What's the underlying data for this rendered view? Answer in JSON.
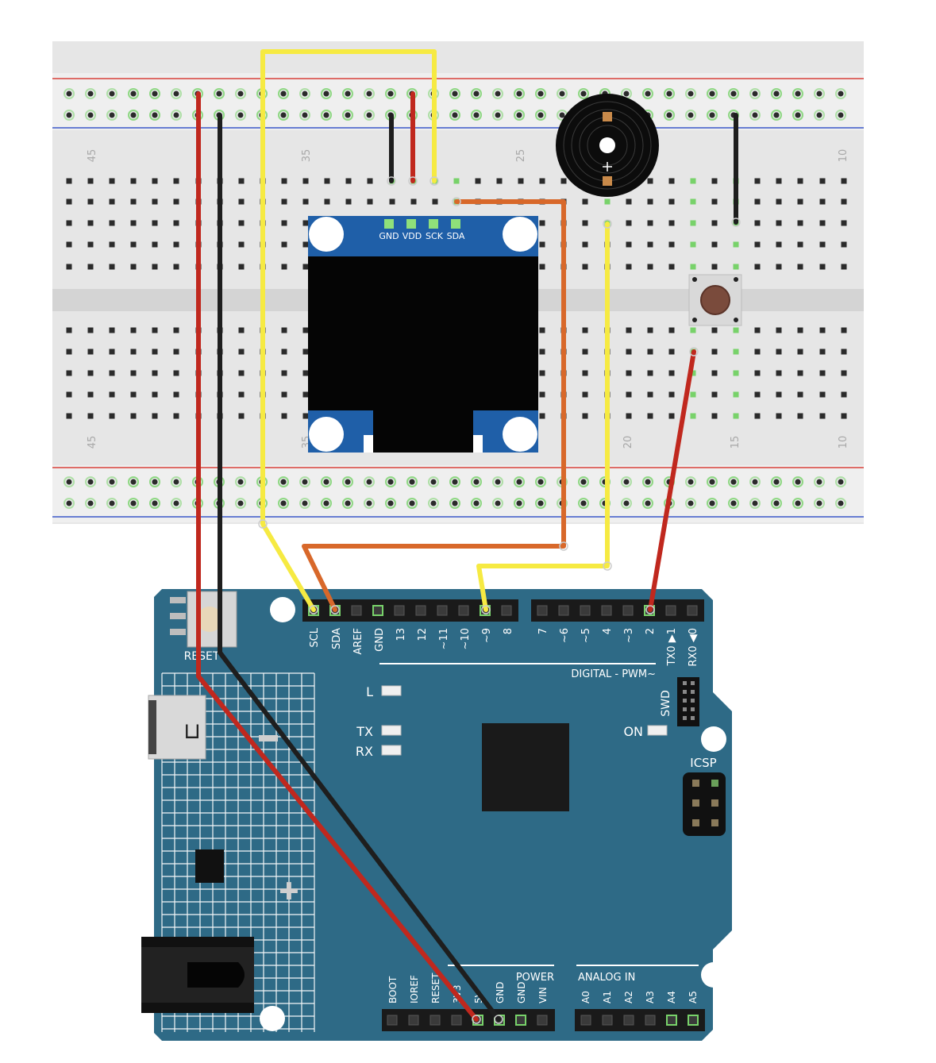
{
  "colors": {
    "wire_red": "#c0281e",
    "wire_black": "#1e1e1e",
    "wire_yellow": "#f6ea42",
    "wire_orange": "#d8682a",
    "board_blue": "#2e6a86",
    "breadboard": "#e6e6e6",
    "rail_red": "#d8403a",
    "rail_blue": "#3b58c8",
    "oled_blue": "#1f5fa8",
    "hole_active": "#78d26a"
  },
  "breadboard": {
    "top_numbers": [
      "45",
      "35",
      "25",
      "10"
    ],
    "bottom_numbers": [
      "45",
      "35",
      "20",
      "15",
      "10"
    ]
  },
  "oled": {
    "pins": [
      "GND",
      "VDD",
      "SCK",
      "SDA"
    ]
  },
  "arduino": {
    "digital_left_labels": [
      "SCL",
      "SDA",
      "AREF",
      "GND",
      "13",
      "12",
      "~11",
      "~10",
      "~9",
      "8"
    ],
    "digital_right_labels": [
      "7",
      "~6",
      "~5",
      "4",
      "~3",
      "2",
      "TX0 ▶1",
      "RX0 ◀0"
    ],
    "digital_caption": "DIGITAL - PWM~",
    "reset_label": "RESET",
    "led_l": "L",
    "led_tx": "TX",
    "led_rx": "RX",
    "led_on": "ON",
    "swd": "SWD",
    "icsp": "ICSP",
    "power_caption": "POWER",
    "power_labels": [
      "BOOT",
      "IOREF",
      "RESET",
      "3V3",
      "5V",
      "GND",
      "GND",
      "VIN"
    ],
    "analog_caption": "ANALOG IN",
    "analog_labels": [
      "A0",
      "A1",
      "A2",
      "A3",
      "A4",
      "A5"
    ]
  }
}
